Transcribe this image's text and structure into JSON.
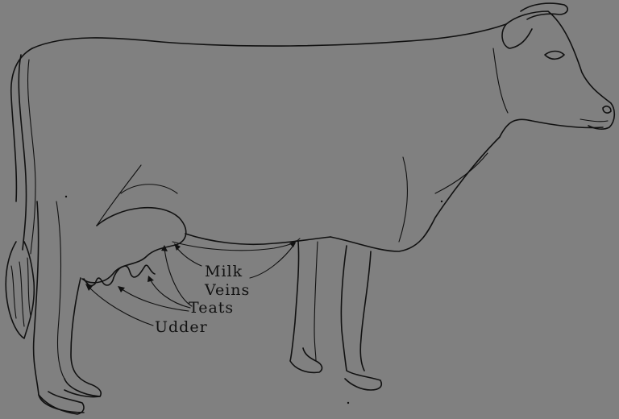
{
  "figure": {
    "background_color": "#808080",
    "ink_color": "#111111",
    "subject": "cow-outline-drawing"
  },
  "labels": {
    "milk_veins_line1": "Milk",
    "milk_veins_line2": "Veins",
    "teats": "Teats",
    "udder": "Udder"
  }
}
